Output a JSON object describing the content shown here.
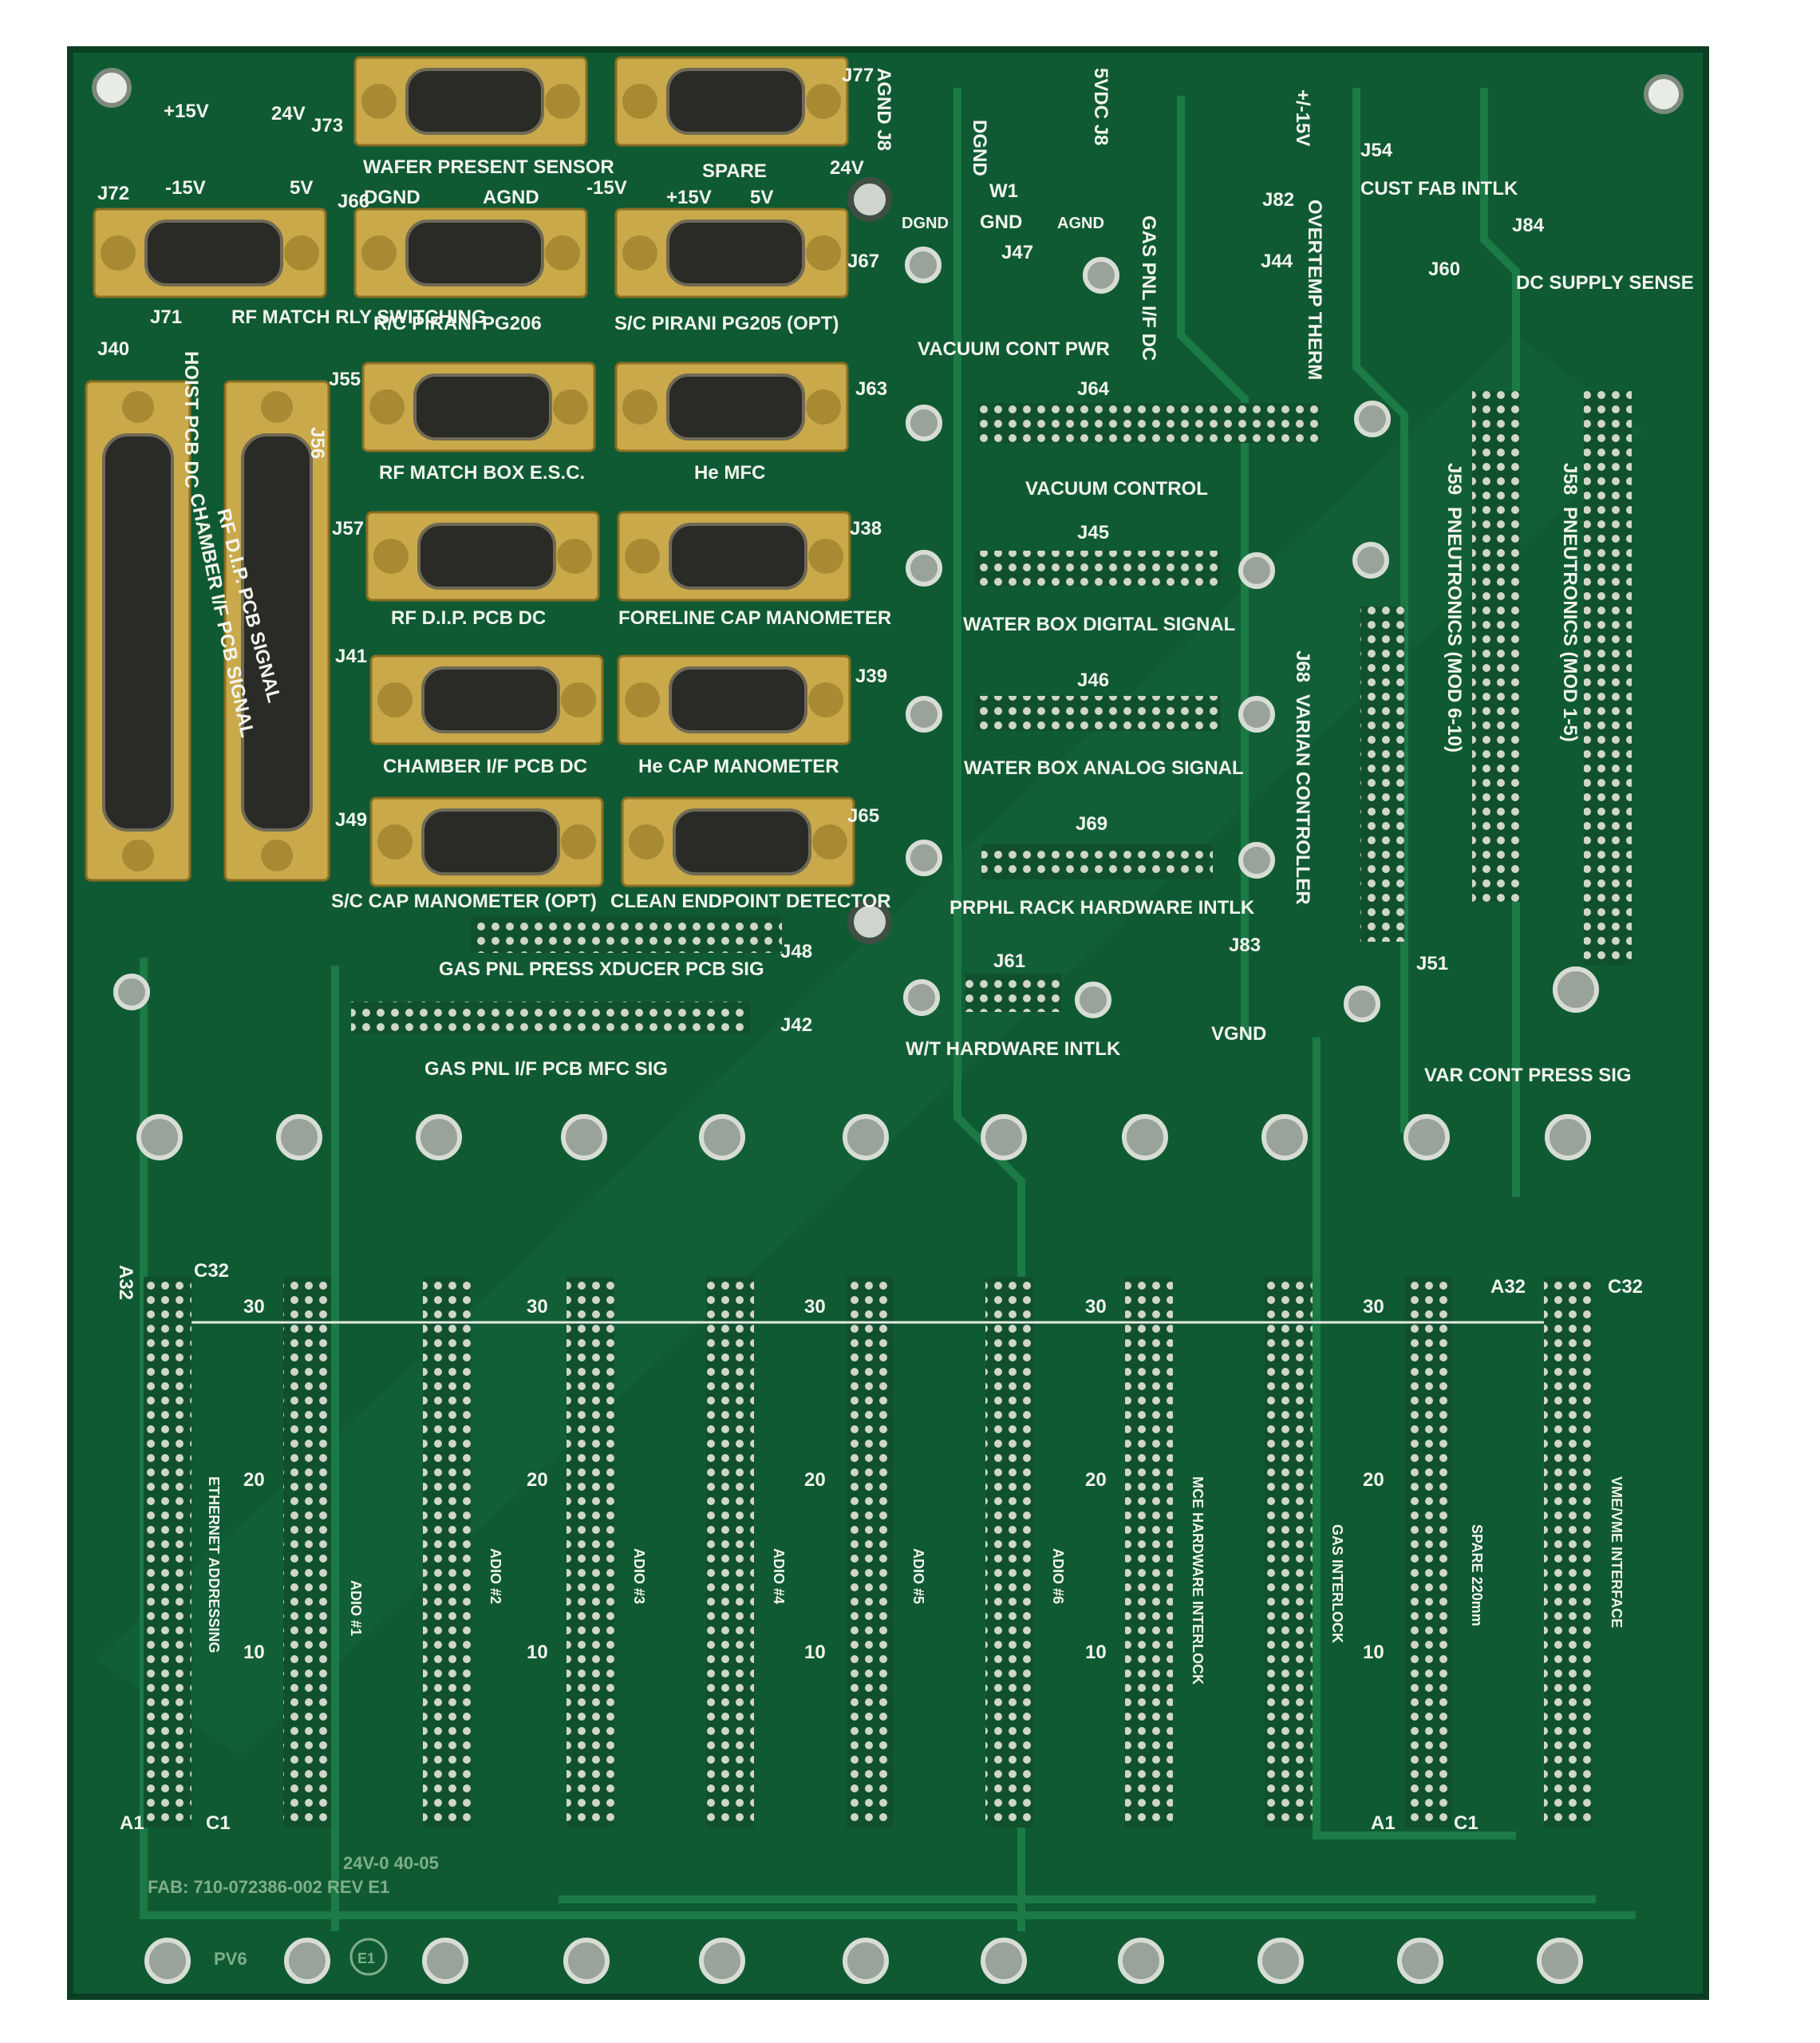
{
  "power_labels": [
    "+15V",
    "24V",
    "-15V",
    "5V",
    "DGND",
    "AGND",
    "-15V",
    "+15V",
    "5V",
    "24V",
    "GND",
    "DGND",
    "AGND",
    "+/-15V",
    "VGND"
  ],
  "top_labels": {
    "wafer_sensor": "WAFER PRESENT SENSOR",
    "spare": "SPARE",
    "agnd_j8": "AGND J8",
    "dgnd_top": "DGND",
    "vdc_j8": "5VDC J8",
    "w1": "W1",
    "j47": "J47",
    "gas_pnl_if_dc": "GAS PNL I/F DC",
    "overtemp": "OVERTEMP THERM",
    "cust_fab": "CUST FAB INTLK",
    "dc_supply": "DC SUPPLY SENSE",
    "vacuum_cont_pwr": "VACUUM CONT PWR"
  },
  "connectors": [
    {
      "ref": "J73",
      "label": ""
    },
    {
      "ref": "J77",
      "label": ""
    },
    {
      "ref": "J72",
      "label": "RF MATCH RLY SWITCHING"
    },
    {
      "ref": "J66",
      "label": "R/C PIRANI PG206"
    },
    {
      "ref": "J67",
      "label": "S/C PIRANI PG205 (OPT)"
    },
    {
      "ref": "J55",
      "label": "RF MATCH BOX E.S.C."
    },
    {
      "ref": "J63",
      "label": "He MFC"
    },
    {
      "ref": "J57",
      "label": "RF D.I.P. PCB DC"
    },
    {
      "ref": "J38",
      "label": "FORELINE CAP MANOMETER"
    },
    {
      "ref": "J41",
      "label": "CHAMBER I/F PCB DC"
    },
    {
      "ref": "J39",
      "label": "He CAP MANOMETER"
    },
    {
      "ref": "J49",
      "label": "S/C CAP MANOMETER (OPT)"
    },
    {
      "ref": "J65",
      "label": "CLEAN ENDPOINT DETECTOR"
    }
  ],
  "large_connectors": [
    {
      "ref": "J40",
      "label": "HOIST PCB DC"
    },
    {
      "ref": "J71",
      "label": ""
    },
    {
      "ref": "J56",
      "label": "RF D.I.P. PCB SIGNAL"
    },
    {
      "ref": "",
      "label": "CHAMBER I/F PCB SIGNAL"
    }
  ],
  "headers": [
    {
      "ref": "J64",
      "label": "VACUUM CONTROL"
    },
    {
      "ref": "J45",
      "label": "WATER BOX DIGITAL SIGNAL"
    },
    {
      "ref": "J46",
      "label": "WATER BOX ANALOG SIGNAL"
    },
    {
      "ref": "J69",
      "label": "PRPHL RACK HARDWARE INTLK"
    },
    {
      "ref": "J61",
      "label": "W/T HARDWARE INTLK"
    },
    {
      "ref": "J48",
      "label": "GAS PNL PRESS XDUCER PCB SIG"
    },
    {
      "ref": "J42",
      "label": "GAS PNL I/F PCB MFC SIG"
    },
    {
      "ref": "J68",
      "label": "VARIAN CONTROLLER"
    },
    {
      "ref": "J59",
      "label": "PNEUTRONICS (MOD 6-10)"
    },
    {
      "ref": "J58",
      "label": "PNEUTRONICS (MOD 1-5)"
    },
    {
      "ref": "J51",
      "label": "VAR CONT PRESS SIG"
    },
    {
      "ref": "J54",
      "label": ""
    },
    {
      "ref": "J60",
      "label": ""
    },
    {
      "ref": "J82",
      "label": ""
    },
    {
      "ref": "J84",
      "label": ""
    },
    {
      "ref": "J44",
      "label": ""
    },
    {
      "ref": "J83",
      "label": ""
    }
  ],
  "slots": {
    "row_markers": [
      "30",
      "20",
      "10"
    ],
    "corner_labels": [
      "A32",
      "C32",
      "A1",
      "C1",
      "A32",
      "C32",
      "A1",
      "C1"
    ],
    "names": [
      "ETHERNET ADDRESSING",
      "ADIO #1",
      "ADIO #2",
      "ADIO #3",
      "ADIO #4",
      "ADIO #5",
      "ADIO #6",
      "MCE HARDWARE INTERLOCK",
      "GAS INTERLOCK",
      "SPARE 220mm",
      "VME/VME INTERFACE"
    ]
  },
  "bottom": {
    "assy": "FAB: 710-072386-002 REV E1",
    "code": "24V-0 40-05",
    "pv": "PV6",
    "rev_circle": "E1"
  },
  "colors": {
    "pcb": "#0f5a33",
    "pcb_dark": "#0a4a29",
    "trace": "#17703f",
    "silkscreen": "#f2f4ee",
    "connector_shell": "#c9a94a"
  }
}
